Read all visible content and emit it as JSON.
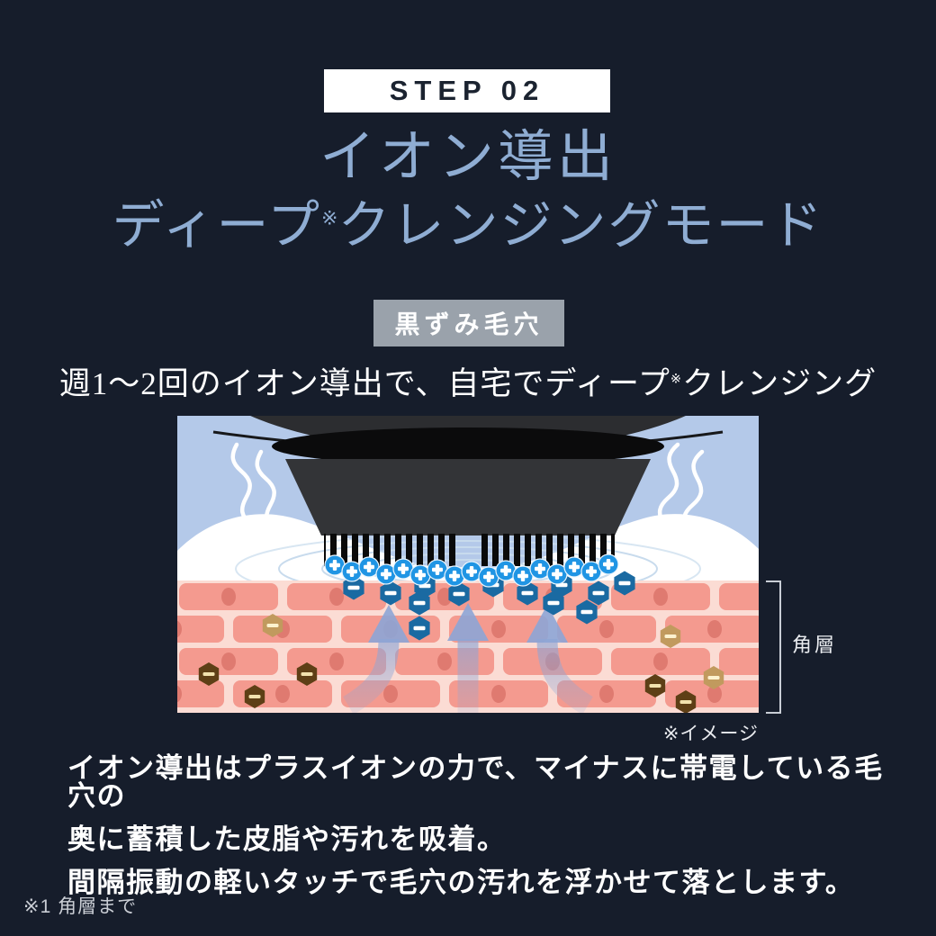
{
  "page": {
    "background_color": "#161d2b"
  },
  "step": {
    "label": "STEP 02"
  },
  "heading": {
    "line1": "イオン導出",
    "line2_pre": "ディープ",
    "line2_note": "※",
    "line2_post": "クレンジングモード",
    "text_color": "#8fadd3"
  },
  "target_badge": {
    "label": "黒ずみ毛穴",
    "bg_color": "#9aa2ab"
  },
  "subtitle": {
    "pre": "週1〜2回のイオン導出で、自宅でディープ",
    "note": "※",
    "post": "クレンジング"
  },
  "illustration": {
    "caption": "※イメージ",
    "layer_label": "角層",
    "colors": {
      "sky": "#b4c9e9",
      "foam": "#ffffff",
      "ripple": "#c8dbed",
      "device_body": "#2c2d30",
      "device_band": "#0b0b0c",
      "device_head": "#333437",
      "bristle": "#0a0a0a",
      "skin_base": "#fbdcd4",
      "skin_brick": "#f49a8f",
      "skin_dot": "#df7a70",
      "plus_ion": "#2095e4",
      "minus_ion": "#1a6aa2",
      "sebum_dark": "#5e3f16",
      "sebum_tan": "#c19a5e",
      "arrow": "#8da5d6",
      "vibration_line": "#ffffff"
    }
  },
  "body": {
    "lines": [
      "イオン導出はプラスイオンの力で、マイナスに帯電している毛穴の",
      "奥に蓄積した皮脂や汚れを吸着。",
      "間隔振動の軽いタッチで毛穴の汚れを浮かせて落とします。"
    ]
  },
  "footnote": {
    "text": "※1 角層まで"
  }
}
